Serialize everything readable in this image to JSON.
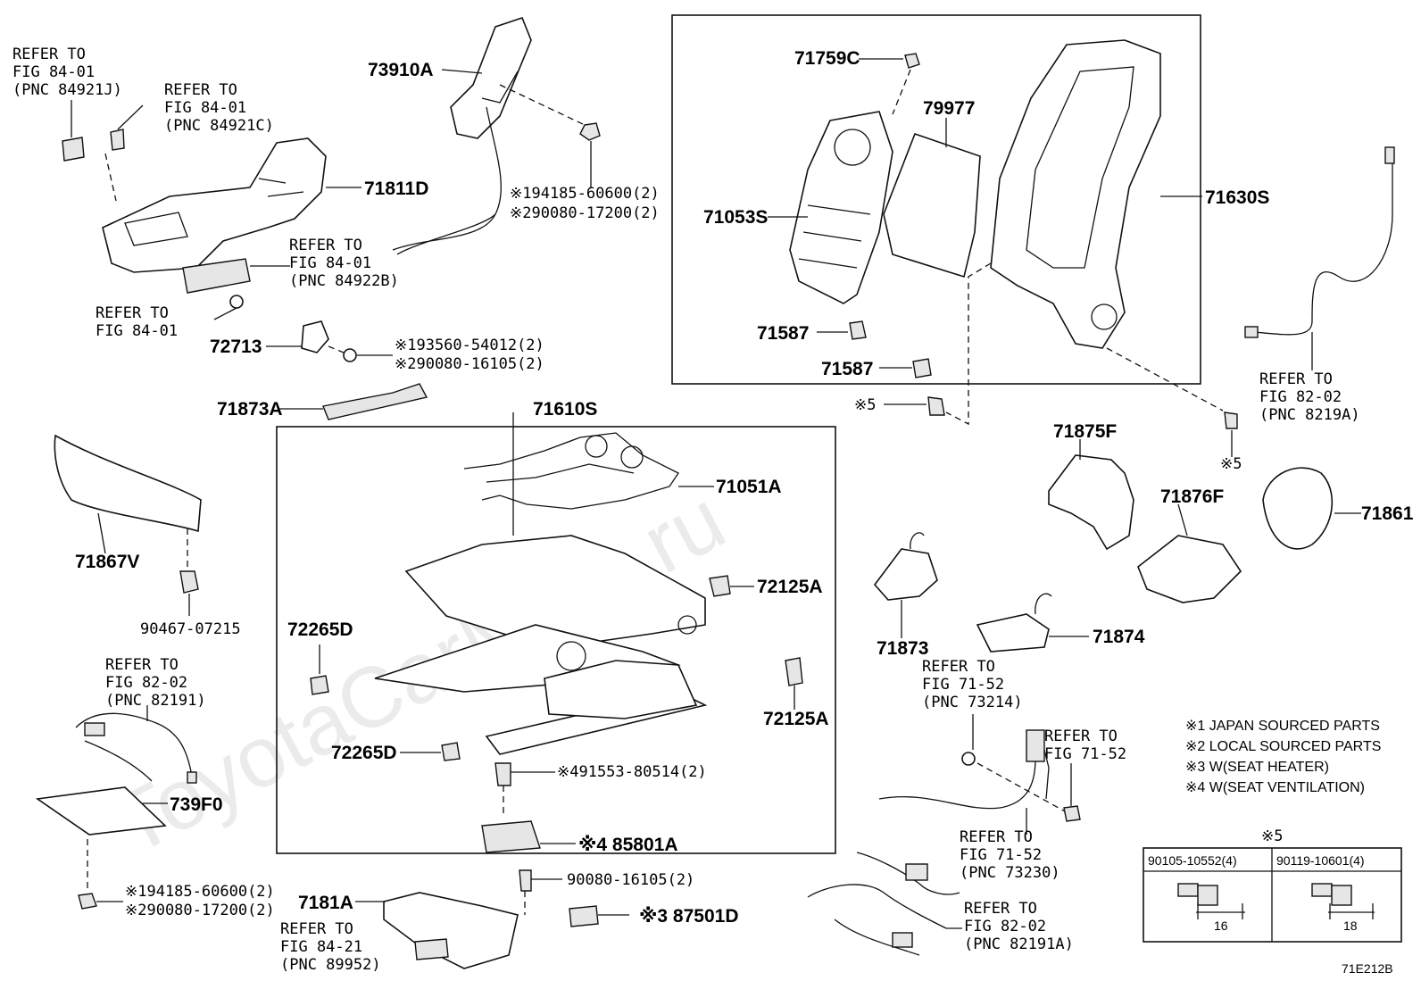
{
  "watermark": "ToyotaCarMine.ru",
  "diagram_code": "71E212B",
  "legend": [
    "※1 JAPAN SOURCED PARTS",
    "※2 LOCAL SOURCED PARTS",
    "※3 W(SEAT HEATER)",
    "※4 W(SEAT VENTILATION)"
  ],
  "note5": {
    "title": "※5",
    "parts": [
      "90105-10552(4)",
      "90119-10601(4)"
    ],
    "dims": [
      "16",
      "18"
    ]
  },
  "labels": {
    "refer_8401_a": [
      "REFER TO",
      "FIG 84-01",
      "(PNC 84921J)"
    ],
    "refer_8401_b": [
      "REFER TO",
      "FIG 84-01",
      "(PNC 84921C)"
    ],
    "p73910A": "73910A",
    "p71811D": "71811D",
    "p94185_a": "※194185-60600(2)",
    "p90080_a": "※290080-17200(2)",
    "refer_8401_c": [
      "REFER TO",
      "FIG 84-01",
      "(PNC 84922B)"
    ],
    "refer_8401_d": [
      "REFER TO",
      "FIG 84-01"
    ],
    "p72713": "72713",
    "p93560": "※193560-54012(2)",
    "p90080_b": "※290080-16105(2)",
    "p71873A": "71873A",
    "p71759C": "71759C",
    "p79977": "79977",
    "p71053S": "71053S",
    "p71630S": "71630S",
    "p71587_a": "71587",
    "p71587_b": "71587",
    "star5_a": "※5",
    "refer_8202_a": [
      "REFER TO",
      "FIG 82-02",
      "(PNC 8219A)"
    ],
    "star5_b": "※5",
    "p71610S": "71610S",
    "p71051A": "71051A",
    "p72125A_a": "72125A",
    "p72265D_a": "72265D",
    "p72125A_b": "72125A",
    "p72265D_b": "72265D",
    "p91553": "※491553-80514(2)",
    "p85801A": "※4 85801A",
    "p71867V": "71867V",
    "p90467": "90467-07215",
    "refer_8202_b": [
      "REFER TO",
      "FIG 82-02",
      "(PNC 82191)"
    ],
    "p739F0": "739F0",
    "p94185_b": "※194185-60600(2)",
    "p90080_c": "※290080-17200(2)",
    "p90080_d": "90080-16105(2)",
    "p7181A": "7181A",
    "p87501D": "※3 87501D",
    "refer_8421": [
      "REFER TO",
      "FIG 84-21",
      "(PNC 89952)"
    ],
    "p71875F": "71875F",
    "p71876F": "71876F",
    "p71861": "71861",
    "p71873": "71873",
    "p71874": "71874",
    "refer_7152_a": [
      "REFER TO",
      "FIG 71-52",
      "(PNC 73214)"
    ],
    "refer_7152_b": [
      "REFER TO",
      "FIG 71-52"
    ],
    "refer_7152_c": [
      "REFER TO",
      "FIG 71-52",
      "(PNC 73230)"
    ],
    "refer_8202_c": [
      "REFER TO",
      "FIG 82-02",
      "(PNC 82191A)"
    ]
  }
}
